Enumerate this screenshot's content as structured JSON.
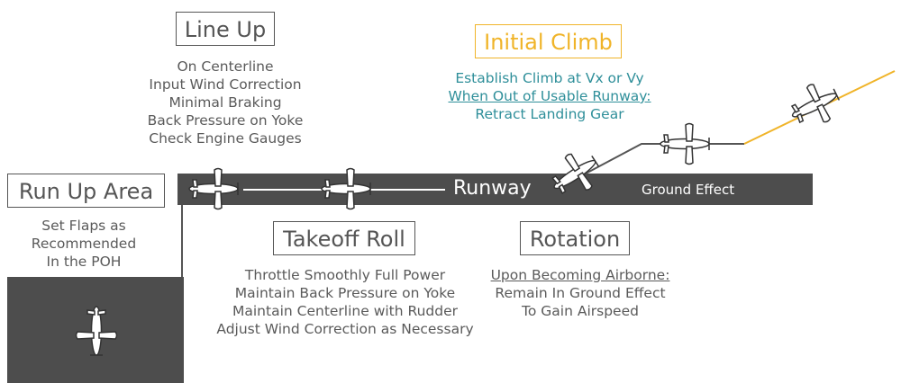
{
  "colors": {
    "runway": "#4d4d4d",
    "text": "#555555",
    "climb_accent": "#f0b429",
    "teal": "#2f8f9a",
    "plane": "#ffffff"
  },
  "icons": [
    "airplane-icon"
  ],
  "line_up": {
    "title": "Line Up",
    "items": [
      "On Centerline",
      "Input Wind Correction",
      "Minimal Braking",
      "Back Pressure on Yoke",
      "Check Engine Gauges"
    ]
  },
  "initial_climb": {
    "title": "Initial Climb",
    "line1": "Establish Climb at Vx or Vy",
    "line2": "When Out of Usable Runway:",
    "line3": "Retract Landing Gear"
  },
  "run_up_area": {
    "title": "Run Up Area",
    "items": [
      "Set Flaps as",
      "Recommended",
      "In the POH"
    ]
  },
  "runway": {
    "label": "Runway",
    "ground_effect": "Ground Effect"
  },
  "takeoff_roll": {
    "title": "Takeoff Roll",
    "items": [
      "Throttle Smoothly Full Power",
      "Maintain Back Pressure on Yoke",
      "Maintain Centerline with Rudder",
      "Adjust Wind Correction as Necessary"
    ]
  },
  "rotation": {
    "title": "Rotation",
    "heading": "Upon Becoming Airborne:",
    "items": [
      "Remain In Ground Effect",
      "To Gain Airspeed"
    ]
  }
}
